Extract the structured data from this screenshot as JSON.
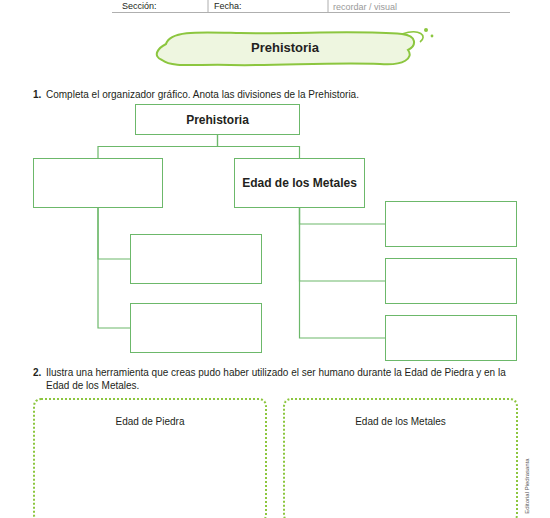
{
  "diagram": {
    "title": "Prehistoria",
    "nodes": [
      {
        "text": [
          "Prehistoria"
        ]
      },
      {
        "text": []
      },
      {
        "text": [
          "Edad de los Metales"
        ]
      },
      {
        "text": []
      },
      {
        "text": []
      },
      {
        "text": []
      },
      {
        "text": []
      },
      {
        "text": []
      },
      {
        "text": [
          "Edad de Piedra"
        ]
      },
      {
        "text": [
          "Edad de los Metales"
        ]
      }
    ],
    "edges": [
      {
        "from": 0,
        "to": 1,
        "arrow": "none"
      },
      {
        "from": 0,
        "to": 2,
        "arrow": "none"
      },
      {
        "from": 1,
        "to": 3,
        "arrow": "none"
      },
      {
        "from": 1,
        "to": 4,
        "arrow": "none"
      },
      {
        "from": 2,
        "to": 5,
        "arrow": "none"
      },
      {
        "from": 2,
        "to": 6,
        "arrow": "none"
      },
      {
        "from": 2,
        "to": 7,
        "arrow": "none"
      }
    ],
    "labels": [
      "Sección:",
      "Fecha:",
      "recordar / visual",
      "1.",
      "Completa el organizador gráfico. Anota las divisiones de la Prehistoria.",
      "2.",
      "Ilustra una herramienta que creas pudo haber utilizado el ser humano durante la Edad de Piedra y en la Edad de los Metales.",
      "Editorial Piedrasanta"
    ]
  }
}
